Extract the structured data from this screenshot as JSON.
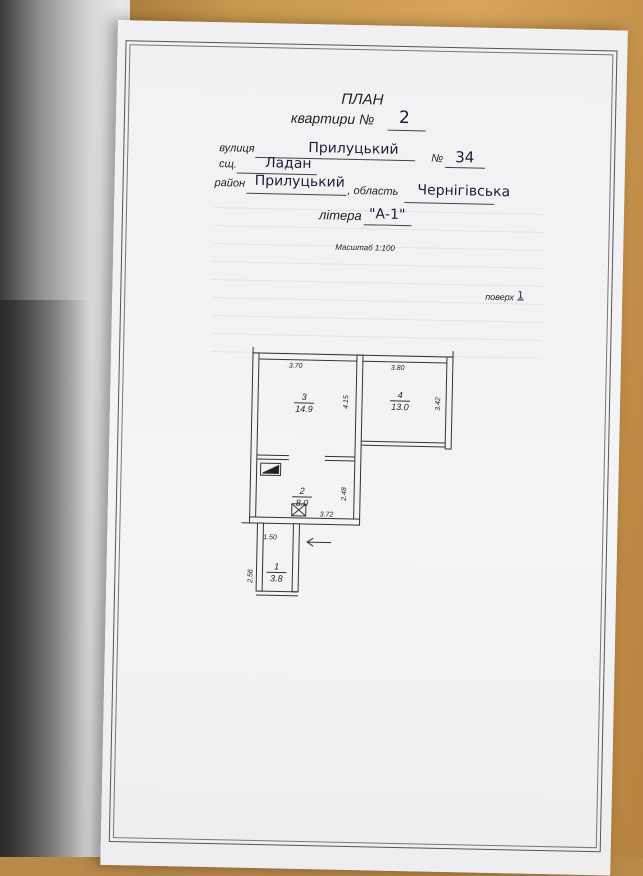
{
  "header": {
    "title": "ПЛАН",
    "apartment_label": "квартири №",
    "apartment_no": "2",
    "street_label": "вулиця",
    "street": "Прилуцький",
    "no_label": "№",
    "house_no": "34",
    "settlement_label": "сщ.",
    "settlement": "Ладан",
    "district_label": "район",
    "district": "Прилуцький",
    "region_label": ", область",
    "region": "Чернігівська",
    "letter_label": "літера",
    "letter": "\"А-1\"",
    "scale": "Масштаб 1:100",
    "floor_label": "поверх",
    "floor": "1"
  },
  "plan": {
    "dimensions": [
      "3.70",
      "3.80",
      "4.15",
      "3.42",
      "2.48",
      "3.72",
      "1.50",
      "2.56"
    ],
    "rooms": [
      {
        "no": "3",
        "area": "14.9"
      },
      {
        "no": "4",
        "area": "13.0"
      },
      {
        "no": "2",
        "area": "8.0"
      },
      {
        "no": "1",
        "area": "3.8"
      }
    ]
  }
}
